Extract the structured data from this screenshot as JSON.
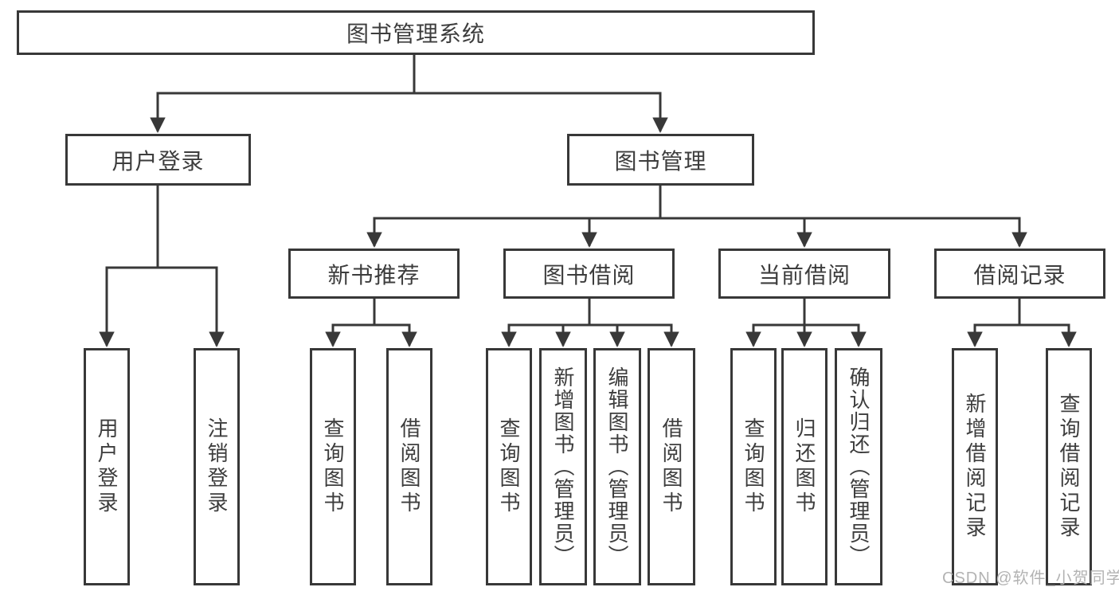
{
  "diagram": {
    "root": {
      "label": "图书管理系统"
    },
    "level2": [
      {
        "label": "用户登录",
        "children": [
          {
            "label": "用户登录"
          },
          {
            "label": "注销登录"
          }
        ]
      },
      {
        "label": "图书管理",
        "children": [
          {
            "label": "新书推荐",
            "children": [
              {
                "label": "查询图书"
              },
              {
                "label": "借阅图书"
              }
            ]
          },
          {
            "label": "图书借阅",
            "children": [
              {
                "label": "查询图书"
              },
              {
                "label": "新增图书（管理员）"
              },
              {
                "label": "编辑图书（管理员）"
              },
              {
                "label": "借阅图书"
              }
            ]
          },
          {
            "label": "当前借阅",
            "children": [
              {
                "label": "查询图书"
              },
              {
                "label": "归还图书"
              },
              {
                "label": "确认归还（管理员）"
              }
            ]
          },
          {
            "label": "借阅记录",
            "children": [
              {
                "label": "新增借阅记录"
              },
              {
                "label": "查询借阅记录"
              }
            ]
          }
        ]
      }
    ]
  },
  "watermark": {
    "text": "CSDN @软件_小贺同学"
  },
  "colors": {
    "line": "#383838",
    "box_border": "#383838",
    "text": "#3d3d3d",
    "background": "#ffffff",
    "watermark": "#b3b3b3"
  }
}
